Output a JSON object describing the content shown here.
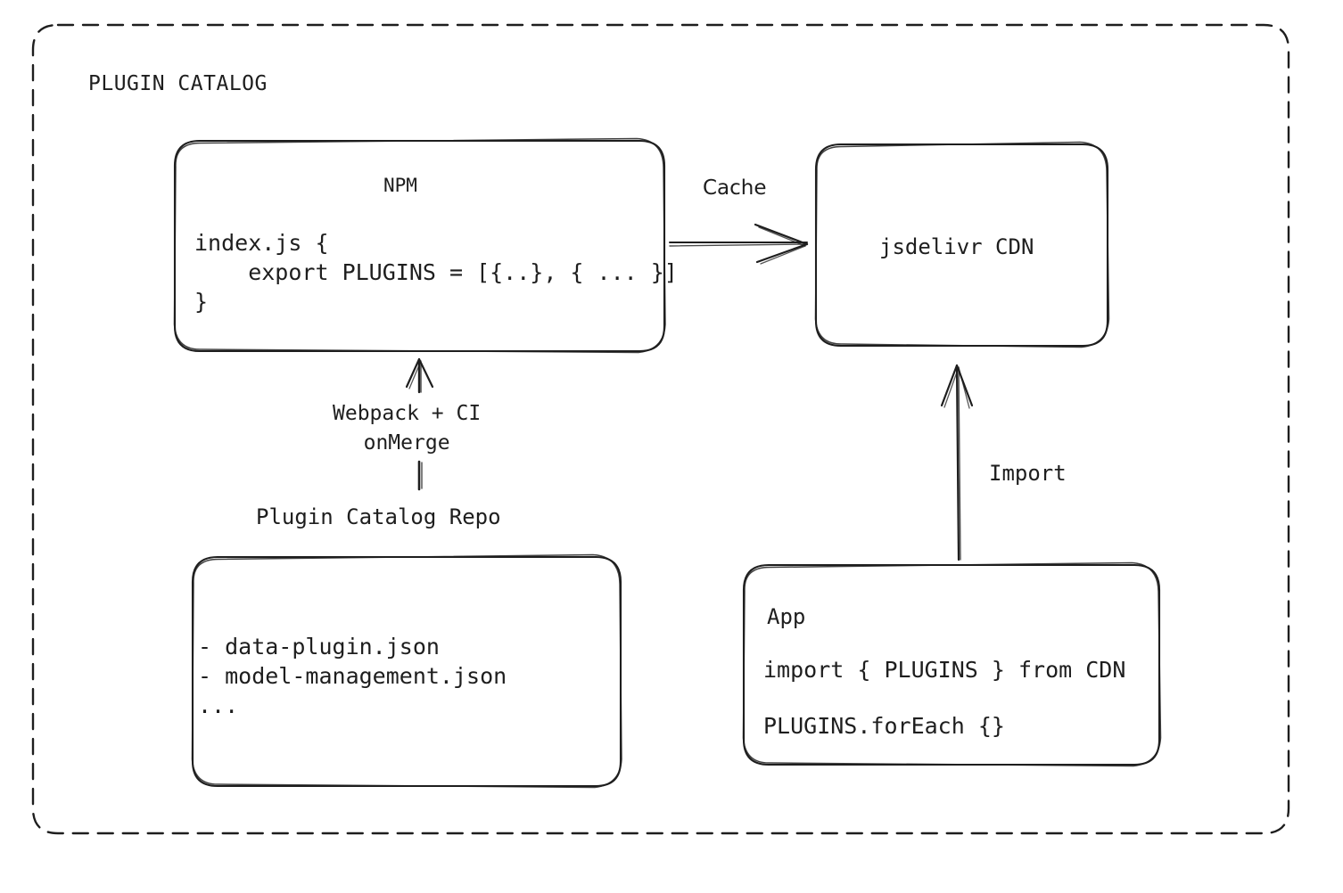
{
  "diagram": {
    "title": "PLUGIN CATALOG",
    "stroke_color": "#1e1e1e",
    "background_color": "#ffffff",
    "container_border_style": "dashed-rounded"
  },
  "nodes": {
    "npm": {
      "title": "NPM",
      "code": "index.js {\n    export PLUGINS = [{..}, { ... }]\n}"
    },
    "cdn": {
      "title": "jsdelivr CDN"
    },
    "repo": {
      "caption": "Plugin Catalog Repo",
      "items": "- data-plugin.json\n- model-management.json\n..."
    },
    "app": {
      "title": "App",
      "line1": "import { PLUGINS } from CDN",
      "line2": "PLUGINS.forEach {}"
    }
  },
  "edges": {
    "npm_to_cdn": {
      "label": "Cache",
      "direction": "right"
    },
    "repo_to_npm": {
      "label": "Webpack + CI\nonMerge",
      "direction": "up"
    },
    "app_to_cdn": {
      "label": "Import",
      "direction": "up"
    }
  }
}
